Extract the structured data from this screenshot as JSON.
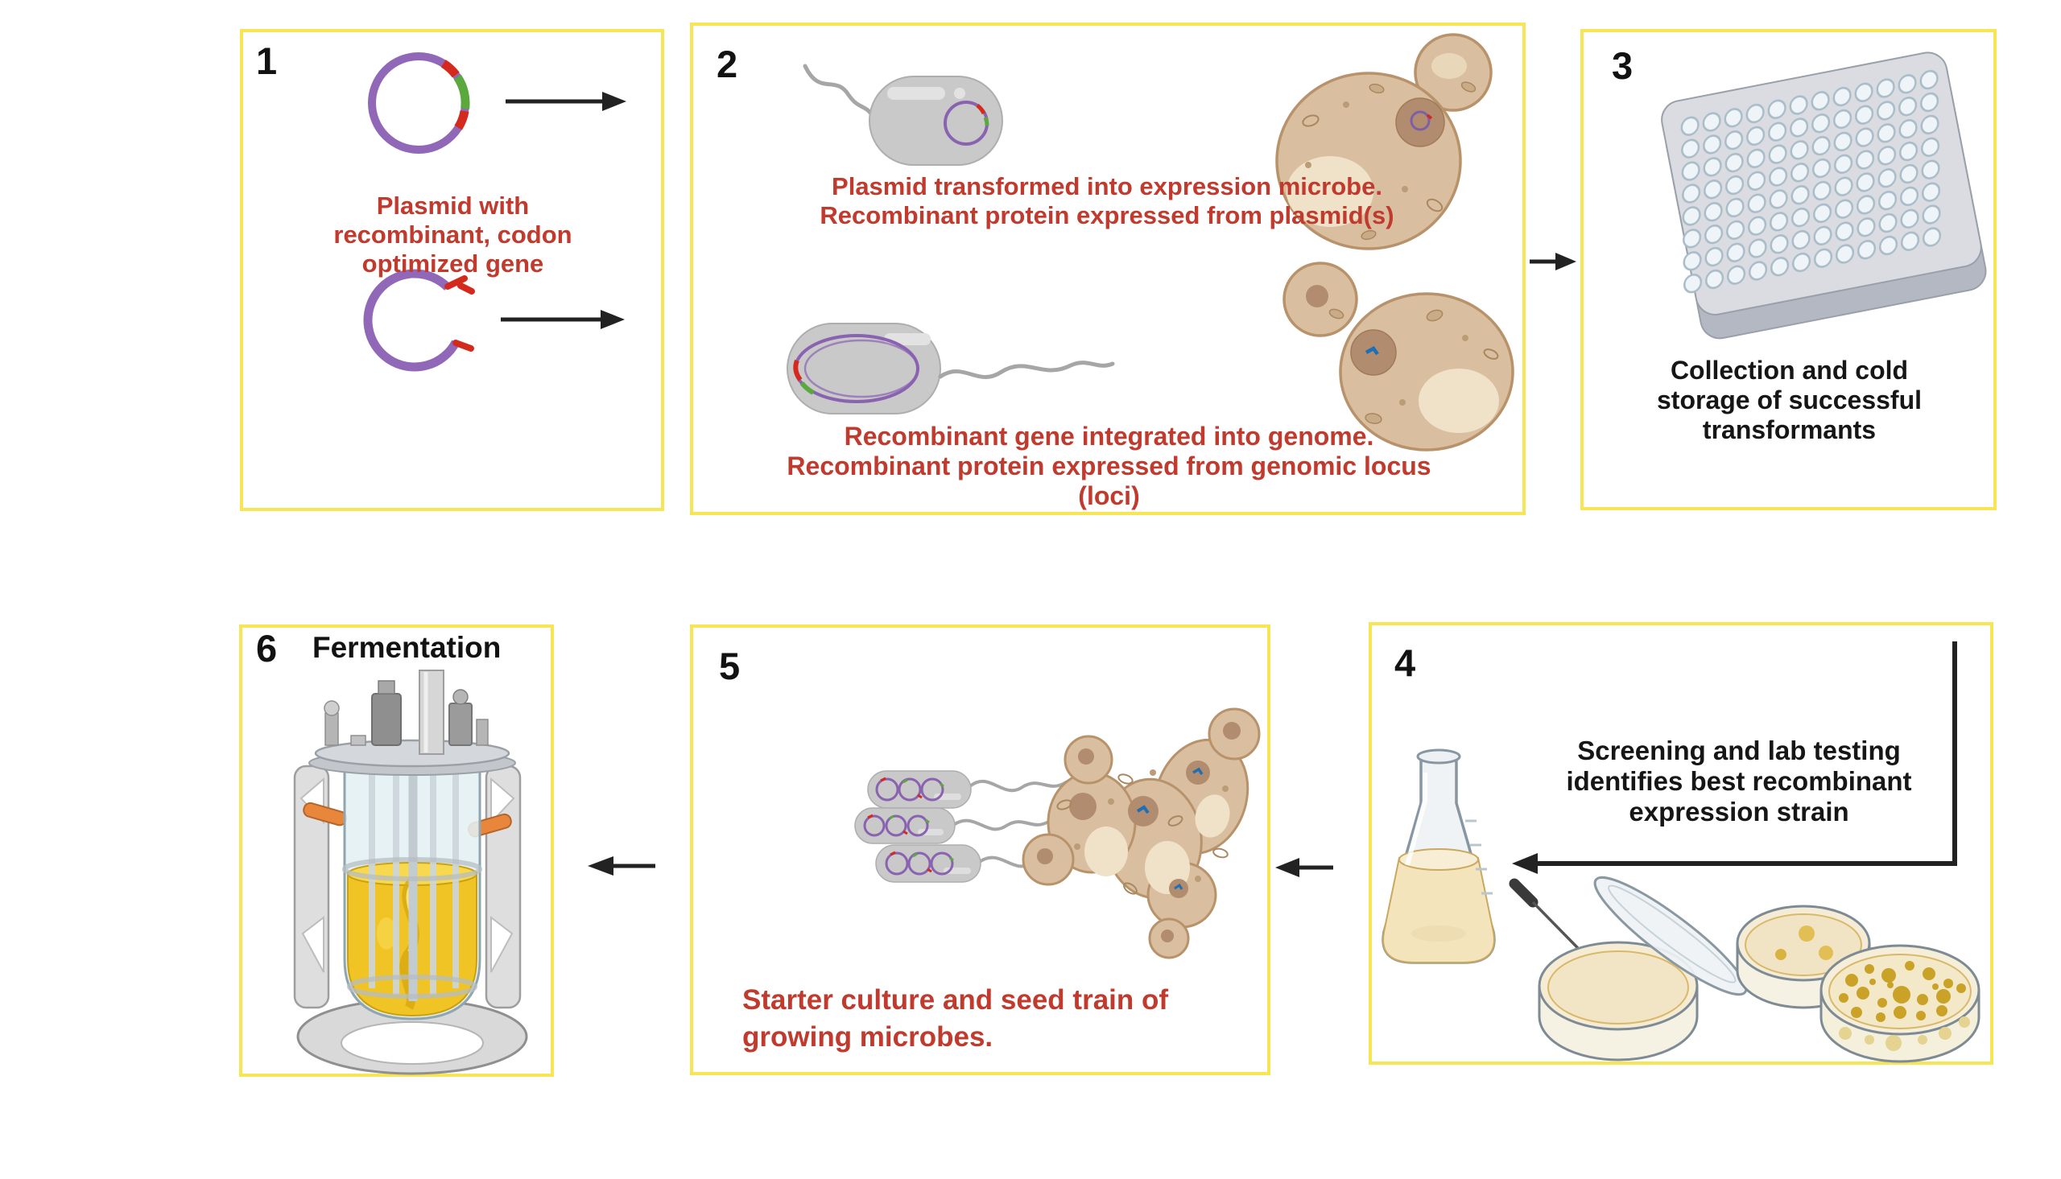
{
  "colors": {
    "panel_border": "#f7e554",
    "caption_red": "#c03a2e",
    "caption_black": "#161616",
    "arrow_black": "#222222",
    "plasmid_purple": "#9168b8",
    "insert_green": "#5aa83e",
    "insert_red": "#d42a1e",
    "bacterium_gray": "#c9c9c9",
    "yeast_tan": "#d9bf9f",
    "broth_yellow": "#f0c424",
    "colony_gold": "#c9a227"
  },
  "panel1": {
    "number": "1",
    "caption_lines": [
      "Plasmid with",
      "recombinant, codon",
      "optimized gene"
    ]
  },
  "panel2": {
    "number": "2",
    "caption_top_lines": [
      "Plasmid transformed into expression microbe.",
      "Recombinant protein expressed from plasmid(s)"
    ],
    "caption_bottom_lines": [
      "Recombinant gene integrated into genome.",
      "Recombinant protein expressed from genomic locus",
      "(loci)"
    ]
  },
  "panel3": {
    "number": "3",
    "caption_lines": [
      "Collection and cold",
      "storage of successful",
      "transformants"
    ]
  },
  "panel4": {
    "number": "4",
    "caption_lines": [
      "Screening and lab testing",
      "identifies best recombinant",
      "expression strain"
    ]
  },
  "panel5": {
    "number": "5",
    "caption_lines": [
      "Starter culture and seed train of",
      "growing microbes."
    ]
  },
  "panel6": {
    "number": "6",
    "title": "Fermentation"
  }
}
